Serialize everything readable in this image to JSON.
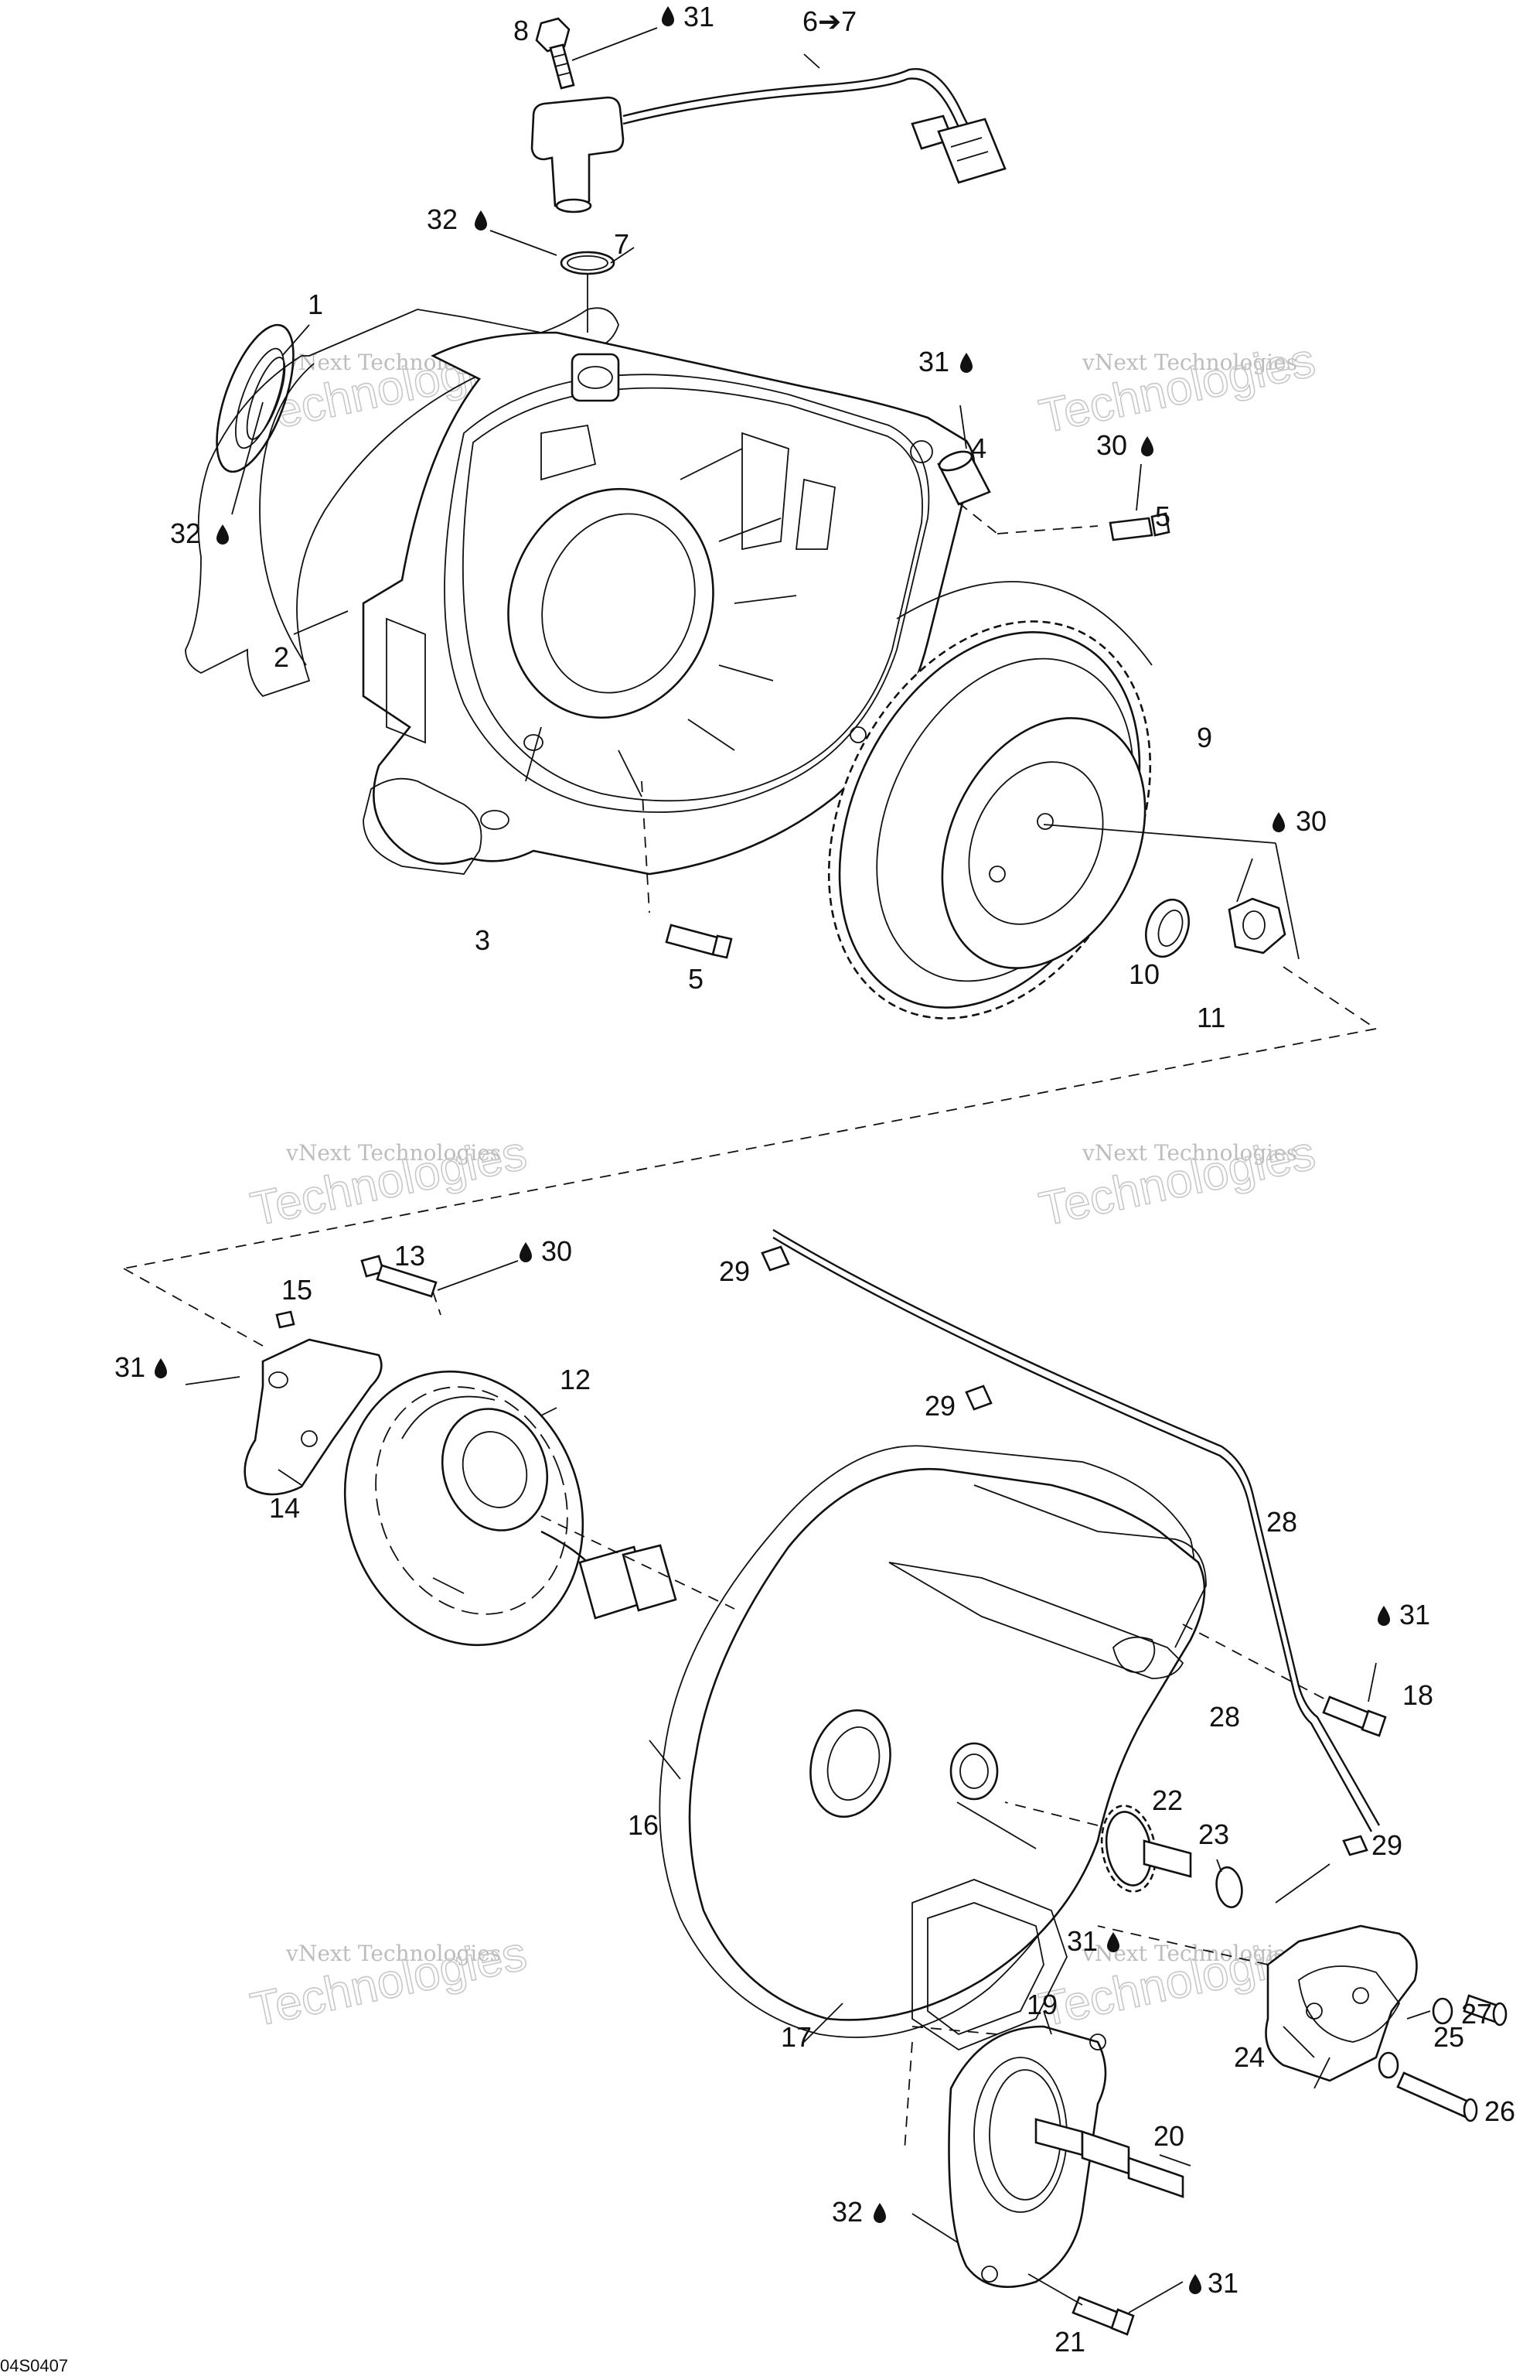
{
  "diagram": {
    "drawing_code": "04S0407",
    "watermark": {
      "line1": "vNext Technologies",
      "line2": "Technologies"
    },
    "callouts": {
      "c8": "8",
      "c31a": "31",
      "c6to7": "6➔7",
      "c32a": "32",
      "c7": "7",
      "c1": "1",
      "c32b": "32",
      "c2": "2",
      "c3": "3",
      "c31b": "31",
      "c4": "4",
      "c30a": "30",
      "c5a": "5",
      "c9": "9",
      "c30b": "30",
      "c10": "10",
      "c11": "11",
      "c5b": "5",
      "c13": "13",
      "c30c": "30",
      "c15": "15",
      "c31c": "31",
      "c12": "12",
      "c14": "14",
      "c29a": "29",
      "c29b": "29",
      "c28a": "28",
      "c31d": "31",
      "c18": "18",
      "c28b": "28",
      "c16": "16",
      "c22": "22",
      "c23": "23",
      "c29c": "29",
      "c31e": "31",
      "c17": "17",
      "c19": "19",
      "c27": "27",
      "c25": "25",
      "c24": "24",
      "c26": "26",
      "c20": "20",
      "c32c": "32",
      "c31f": "31",
      "c21": "21"
    }
  }
}
